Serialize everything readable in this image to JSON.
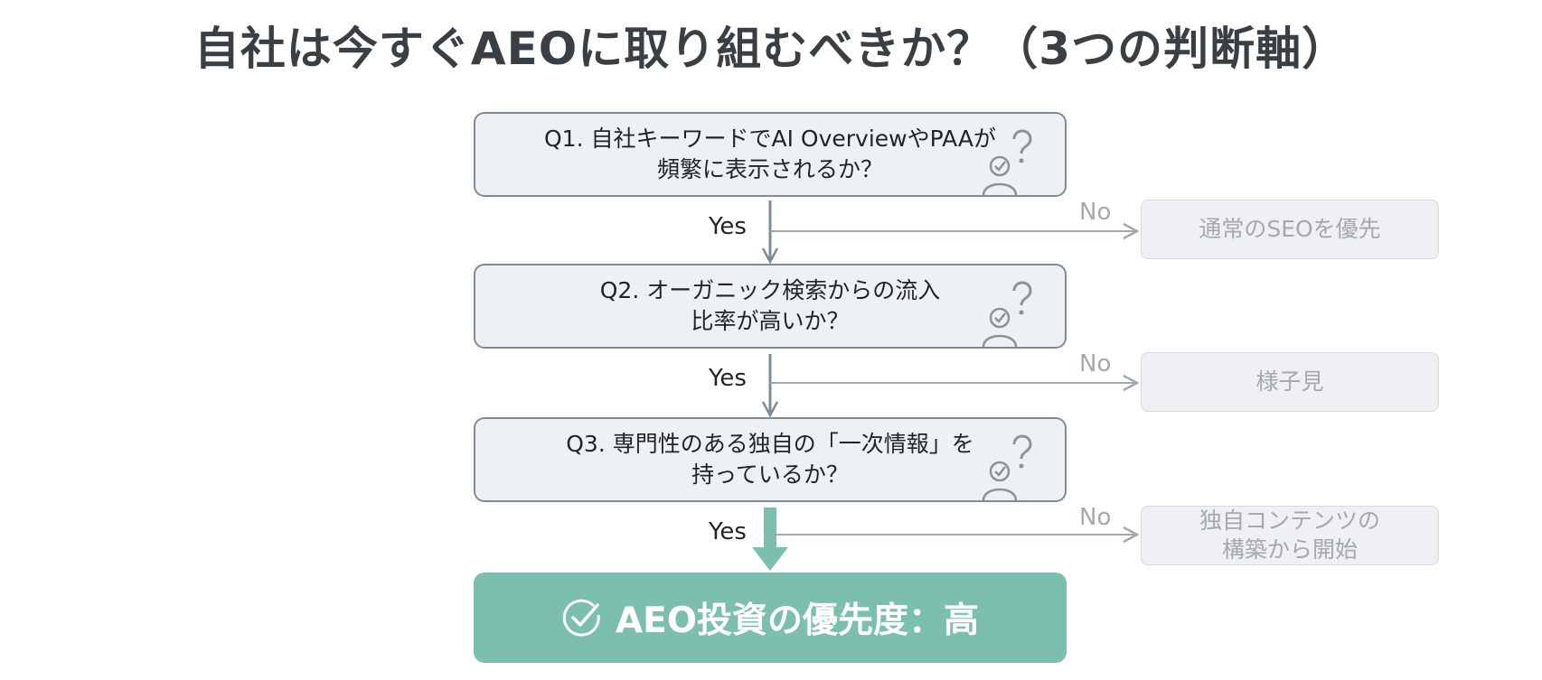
{
  "title": "自社は今すぐAEOに取り組むべきか？（3つの判断軸）",
  "questions": [
    {
      "line1": "Q1. 自社キーワードでAI OverviewやPAAが",
      "line2": "頻繁に表示されるか？"
    },
    {
      "line1": "Q2. オーガニック検索からの流入",
      "line2": "比率が高いか？"
    },
    {
      "line1": "Q3. 専門性のある独自の「一次情報」を",
      "line2": "持っているか？"
    }
  ],
  "yes_label": "Yes",
  "no_label": "No",
  "outcomes": [
    {
      "line1": "通常のSEOを優先",
      "line2": ""
    },
    {
      "line1": "様子見",
      "line2": ""
    },
    {
      "line1": "独自コンテンツの",
      "line2": "構築から開始"
    }
  ],
  "final": {
    "text": "AEO投資の優先度：高"
  },
  "colors": {
    "accent": "#7dbfae",
    "box_border": "#7f8b95",
    "box_fill": "#eef1f3",
    "muted": "#a3a9af"
  },
  "icons": [
    "check-question-person-icon",
    "check-circle-icon",
    "arrow-down-icon",
    "arrow-right-icon"
  ]
}
